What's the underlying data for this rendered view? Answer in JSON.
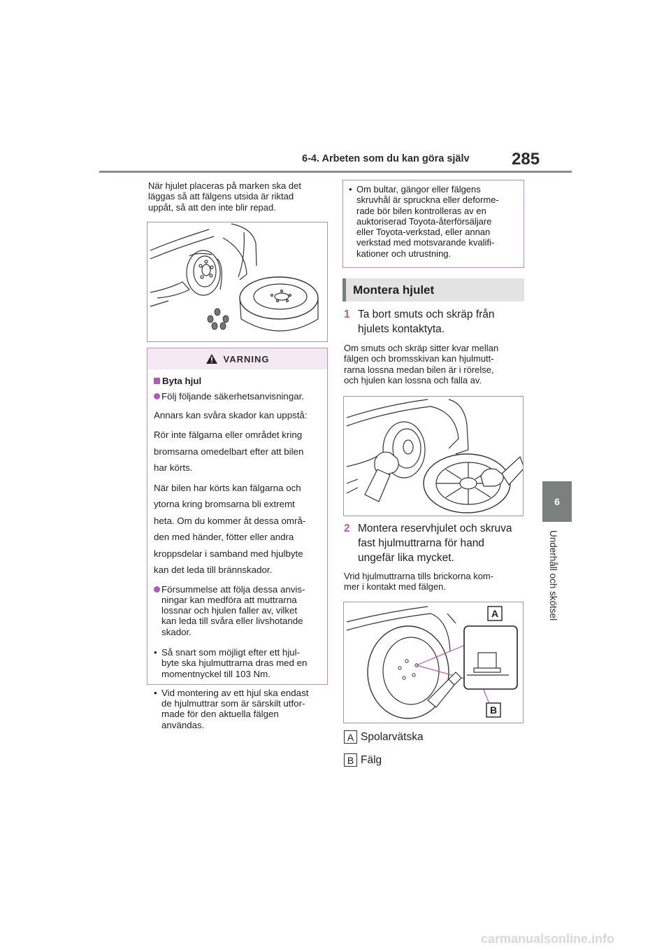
{
  "header": {
    "title": "6-4. Arbeten som du kan göra själv",
    "page_number": "285"
  },
  "side": {
    "chapter": "6",
    "label": "Underhåll och skötsel"
  },
  "left": {
    "intro": [
      "När hjulet placeras på marken ska det",
      "läggas så att fälgens utsida är riktad",
      "uppåt, så att den inte blir repad."
    ],
    "warning": {
      "title": "VARNING",
      "section": "Byta hjul",
      "dot1": "Följ följande säkerhetsanvisningar.",
      "lines": [
        "Annars kan svåra skador kan uppstå:",
        "Rör inte fälgarna eller området kring",
        "bromsarna omedelbart efter att bilen",
        "har körts.",
        "När bilen har körts kan fälgarna och",
        "ytorna kring bromsarna bli extremt",
        "heta. Om du kommer åt dessa områ-",
        "den med händer, fötter eller andra",
        "kroppsdelar i samband med hjulbyte",
        "kan det leda till brännskador."
      ],
      "dot2": [
        "Försummelse att följa dessa anvis-",
        "ningar kan medföra att muttrarna",
        "lossnar och hjulen faller av, vilket",
        "kan leda till svåra eller livshotande",
        "skador."
      ],
      "bullet1": [
        "Så snart som möjligt efter ett hjul-",
        "byte ska hjulmuttrarna dras med en",
        "momentnyckel till 103 Nm."
      ],
      "bullet2": [
        "Vid montering av ett hjul ska endast",
        "de hjulmuttrar som är särskilt utfor-",
        "made för den aktuella fälgen",
        "användas."
      ]
    }
  },
  "right": {
    "note": [
      "Om bultar, gängor eller fälgens",
      "skruvhål är spruckna eller deforme-",
      "rade bör bilen kontrolleras av en",
      "auktoriserad Toyota-återförsäljare",
      "eller Toyota-verkstad, eller annan",
      "verkstad med motsvarande kvalifi-",
      "kationer och utrustning."
    ],
    "section_title": "Montera hjulet",
    "step1": {
      "num": "1",
      "lines": [
        "Ta bort smuts och skräp från",
        "hjulets kontaktyta."
      ]
    },
    "step1_desc": [
      "Om smuts och skräp sitter kvar mellan",
      "fälgen och bromsskivan kan hjulmutt-",
      "rarna lossna medan bilen är i rörelse,",
      "och hjulen kan lossna och falla av."
    ],
    "step2": {
      "num": "2",
      "lines": [
        "Montera reservhjulet och skruva",
        "fast hjulmuttrarna för hand",
        "ungefär lika mycket."
      ]
    },
    "step2_desc": [
      "Vrid hjulmuttrarna tills brickorna kom-",
      "mer i kontakt med fälgen."
    ],
    "callout_a": "A",
    "callout_b": "B",
    "legend": [
      {
        "key": "A",
        "label": "Spolarvätska"
      },
      {
        "key": "B",
        "label": "Fälg"
      }
    ]
  },
  "watermark": "carmanualsonline.info"
}
